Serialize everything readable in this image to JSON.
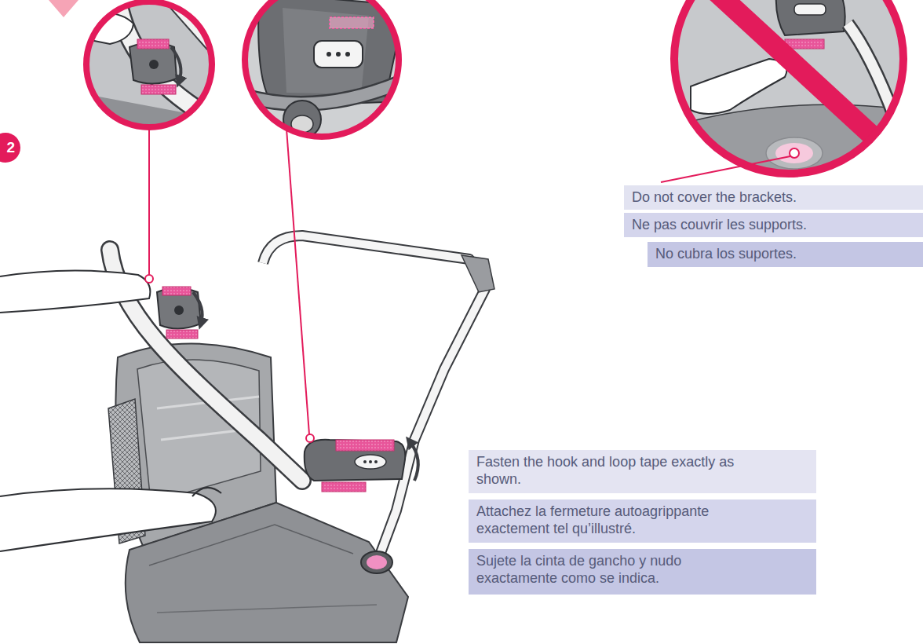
{
  "diagram": {
    "nodes": [
      {
        "text": [
          "2"
        ]
      },
      {
        "text": [
          "Do not cover the brackets."
        ]
      },
      {
        "text": [
          "Ne pas couvrir les supports."
        ]
      },
      {
        "text": [
          "No cubra los suportes."
        ]
      },
      {
        "text": [
          "Fasten the hook and loop tape exactly as shown."
        ]
      },
      {
        "text": [
          "Attachez la fermeture autoagrippante exactement tel qu’illustré."
        ]
      },
      {
        "text": [
          "Sujete la cinta de gancho y nudo exactamente como se indica."
        ]
      }
    ]
  }
}
